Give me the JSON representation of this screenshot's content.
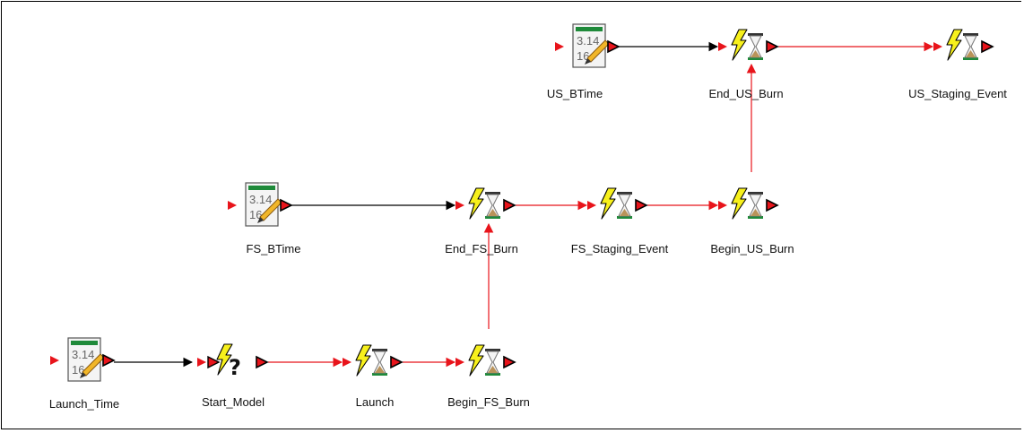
{
  "nodes": {
    "us_btime": "US_BTime",
    "end_us_burn": "End_US_Burn",
    "us_staging_event": "US_Staging_Event",
    "fs_btime": "FS_BTime",
    "end_fs_burn": "End_FS_Burn",
    "fs_staging_event": "FS_Staging_Event",
    "begin_us_burn": "Begin_US_Burn",
    "launch_time": "Launch_Time",
    "start_model": "Start_Model",
    "launch": "Launch",
    "begin_fs_burn": "Begin_FS_Burn"
  },
  "value_icon_text": {
    "line1": "3.14",
    "line2": "16"
  },
  "icons": {
    "value": "calculator-note-icon",
    "timed_event": "lightning-hourglass-icon",
    "conditional_event": "lightning-question-icon"
  },
  "colors": {
    "data_link": "#000000",
    "event_link": "#e8141b",
    "port_red": "#e8141b",
    "bolt": "#f7f01c",
    "value_bar": "#1f8a3a"
  }
}
